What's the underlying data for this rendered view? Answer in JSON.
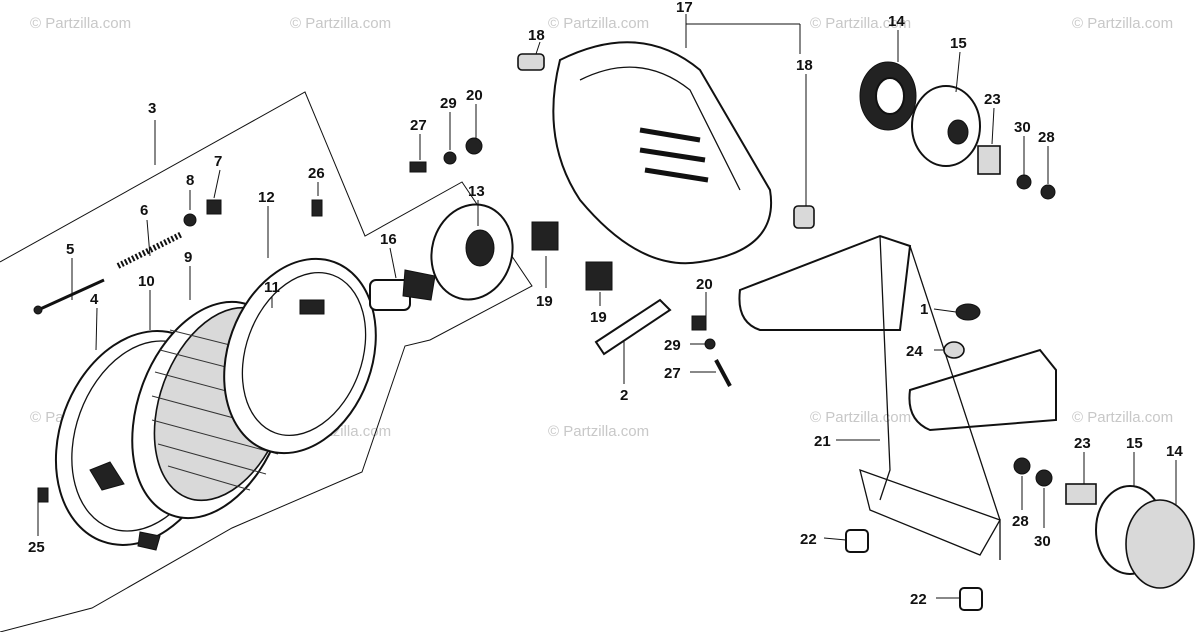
{
  "watermark": "© Partzilla.com",
  "callouts": {
    "c1": "1",
    "c2": "2",
    "c3": "3",
    "c4": "4",
    "c5": "5",
    "c6": "6",
    "c7": "7",
    "c8": "8",
    "c9": "9",
    "c10": "10",
    "c11": "11",
    "c12": "12",
    "c13": "13",
    "c14a": "14",
    "c14b": "14",
    "c15a": "15",
    "c15b": "15",
    "c16": "16",
    "c17": "17",
    "c18a": "18",
    "c18b": "18",
    "c19a": "19",
    "c19b": "19",
    "c20a": "20",
    "c20b": "20",
    "c21": "21",
    "c22a": "22",
    "c22b": "22",
    "c23a": "23",
    "c23b": "23",
    "c24": "24",
    "c25": "25",
    "c26": "26",
    "c27a": "27",
    "c27b": "27",
    "c28a": "28",
    "c28b": "28",
    "c29a": "29",
    "c29b": "29",
    "c30a": "30",
    "c30b": "30"
  }
}
